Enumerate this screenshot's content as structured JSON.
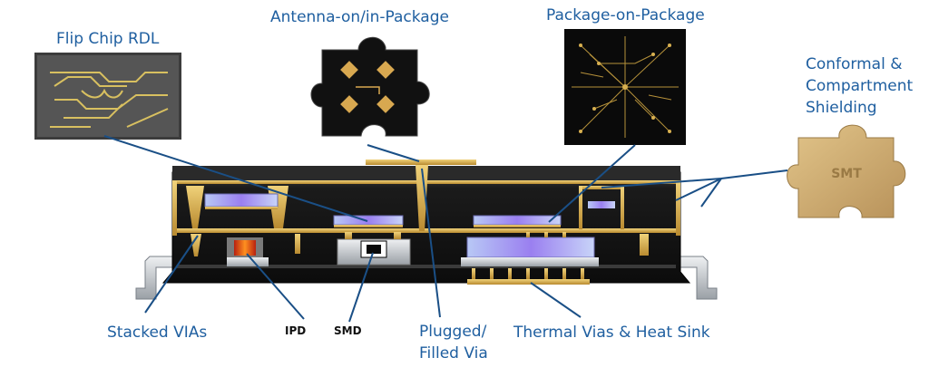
{
  "labels": {
    "flip_chip_rdl": "Flip Chip RDL",
    "antenna": "Antenna-on/in-Package",
    "pop": "Package-on-Package",
    "shielding_line1": "Conformal &",
    "shielding_line2": "Compartment",
    "shielding_line3": "Shielding",
    "stacked_vias": "Stacked VIAs",
    "ipd": "IPD",
    "smd": "SMD",
    "plugged_line1": "Plugged/",
    "plugged_line2": "Filled Via",
    "thermal": "Thermal Vias & Heat Sink"
  },
  "logo_text": "SMT",
  "colors": {
    "label_blue": "#1f5fa0",
    "leader_line": "#1a4f86",
    "substrate_dark": "#141414",
    "gold": "#d4a84a",
    "die_purple": "#9b8ff0",
    "ipd_red": "#d03010",
    "lead_gray": "#c8ccd0"
  }
}
